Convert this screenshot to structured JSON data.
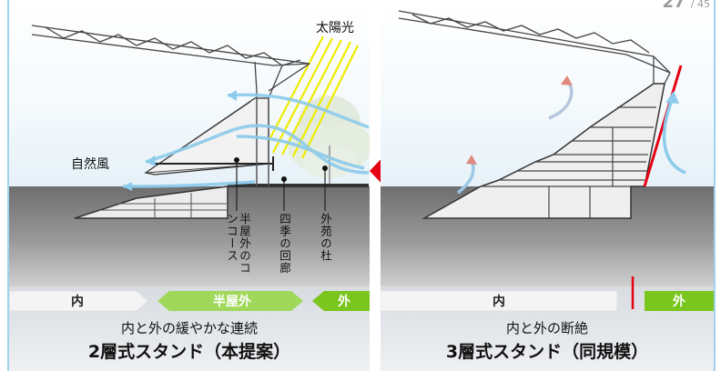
{
  "page": {
    "current": "27",
    "total": "45"
  },
  "left": {
    "sunlight_label": "太陽光",
    "wind_label": "自然風",
    "labels": {
      "concourse": "半屋外のコンコース",
      "corridor": "四季の回廊",
      "forest": "外苑の杜"
    },
    "zones": {
      "inside": "内",
      "semi_outdoor": "半屋外",
      "outside": "外"
    },
    "caption": "内と外の緩やかな連続",
    "title": "2層式スタンド（本提案）"
  },
  "right": {
    "zones": {
      "inside": "内",
      "outside": "外"
    },
    "caption": "内と外の断絶",
    "title": "3層式スタンド（同規模）"
  },
  "colors": {
    "ground": "#8a8a8a",
    "wind": "#7cc4ea",
    "sun": "#f5f200",
    "barrier": "#e60012",
    "semi_outdoor": "#8ed21c",
    "outside": "#76c21a"
  }
}
